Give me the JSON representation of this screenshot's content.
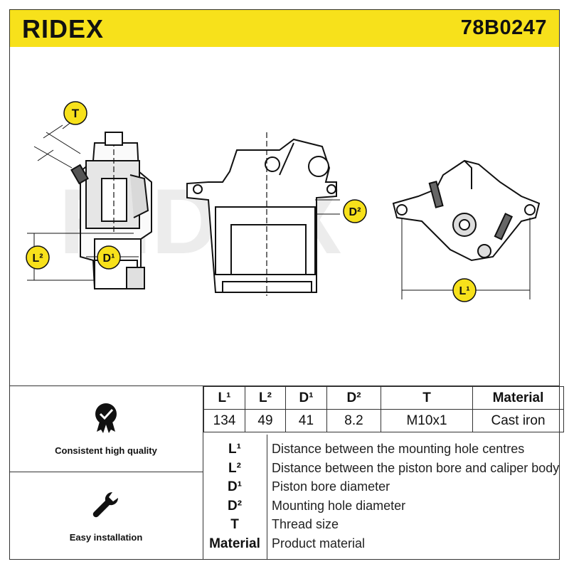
{
  "brand": "RIDEX",
  "part_number": "78B0247",
  "colors": {
    "brand_yellow": "#f7e11b",
    "watermark": "#ebebeb"
  },
  "drawing": {
    "labels": {
      "T": "T",
      "L2": "L²",
      "D1": "D¹",
      "D2": "D²",
      "L1": "L¹"
    }
  },
  "features": [
    {
      "icon": "quality-check-icon",
      "label": "Consistent high quality"
    },
    {
      "icon": "wrench-icon",
      "label": "Easy installation"
    }
  ],
  "specs_table": {
    "headers": [
      "L¹",
      "L²",
      "D¹",
      "D²",
      "T",
      "Material"
    ],
    "values": [
      "134",
      "49",
      "41",
      "8.2",
      "M10x1",
      "Cast iron"
    ]
  },
  "legend": [
    {
      "key": "L¹",
      "desc": "Distance between the mounting hole centres"
    },
    {
      "key": "L²",
      "desc": "Distance between the piston bore and caliper body"
    },
    {
      "key": "D¹",
      "desc": "Piston bore diameter"
    },
    {
      "key": "D²",
      "desc": "Mounting hole diameter"
    },
    {
      "key": "T",
      "desc": "Thread size"
    },
    {
      "key": "Material",
      "desc": "Product material"
    }
  ]
}
